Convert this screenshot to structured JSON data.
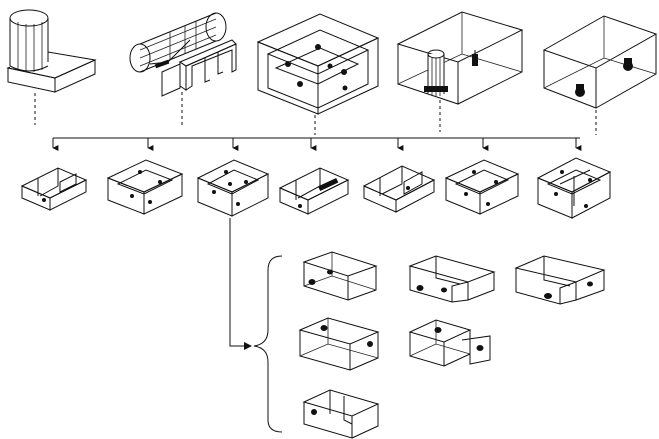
{
  "diagram": {
    "type": "exploded-assembly-hierarchy",
    "top_row": [
      {
        "name": "cylinder-on-base"
      },
      {
        "name": "horizontal-cylinder-with-supports"
      },
      {
        "name": "open-tray-with-holes"
      },
      {
        "name": "box-with-cylindrical-post"
      },
      {
        "name": "box-with-fittings"
      }
    ],
    "middle_row_count": 7,
    "bottom_group_count": 6,
    "colors": {
      "ink": "#111111",
      "paper": "#ffffff"
    }
  }
}
